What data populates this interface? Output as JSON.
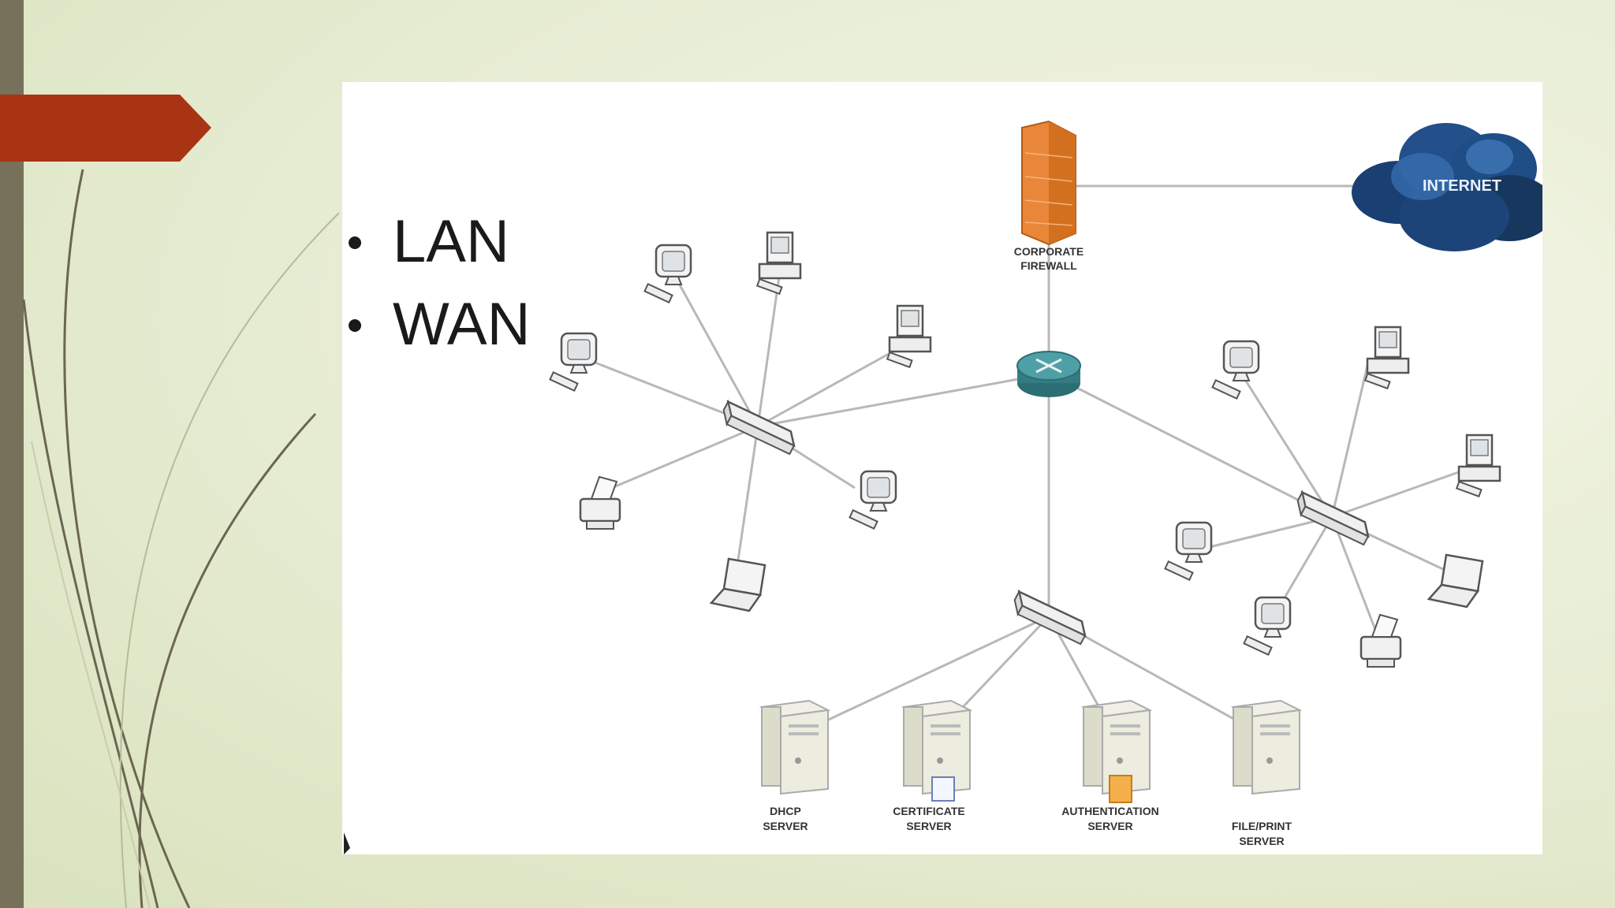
{
  "slide": {
    "bullets": [
      "LAN",
      "WAN"
    ]
  },
  "diagram": {
    "internet_label": "INTERNET",
    "firewall_label": [
      "CORPORATE",
      "FIREWALL"
    ],
    "servers": [
      {
        "line1": "DHCP",
        "line2": "SERVER",
        "line3": ""
      },
      {
        "line1": "CERTIFICATE",
        "line2": "SERVER",
        "line3": ""
      },
      {
        "line1": "AUTHENTICATION",
        "line2": "SERVER",
        "line3": ""
      },
      {
        "line1": "FILE/PRINT",
        "line2": "SERVER",
        "line3": ""
      }
    ]
  },
  "colors": {
    "accent_arrow": "#a83414",
    "left_bar": "#77705a",
    "firewall": "#e8873a",
    "cloud": "#1f4d86",
    "router": "#3d8a90"
  },
  "icons": [
    "pc-icon",
    "laptop-icon",
    "printer-icon",
    "switch-icon",
    "router-icon",
    "firewall-icon",
    "cloud-icon",
    "server-icon"
  ]
}
